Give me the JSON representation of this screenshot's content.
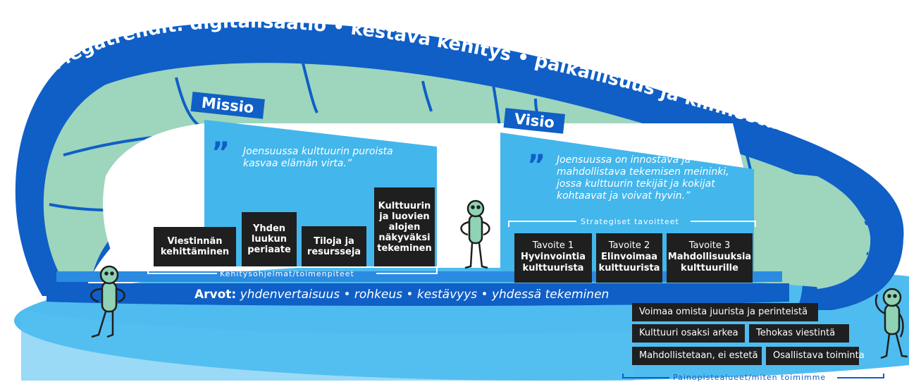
{
  "megatrends": "Megatrendit: digitalisaatio • kestävä kehitys • paikallisuus ja kiinnostus omiin juuriin",
  "mission": {
    "label": "Missio",
    "quote": "Joensuussa kulttuurin puroista kasvaa elämän virta.”"
  },
  "vision": {
    "label": "Visio",
    "quote": "Joensuussa on innostava ja mahdollistava tekemisen meininki, jossa kulttuurin tekijät ja kokijat kohtaavat ja voivat hyvin.”"
  },
  "development_programs": {
    "label": "Kehitysohjelmat/toimenpiteet",
    "items": [
      "Viestinnän\nkehittäminen",
      "Yhden\nluukun\nperiaate",
      "Tiloja ja\nresursseja",
      "Kulttuurin\nja luovien\nalojen\nnäkyväksi\ntekeminen"
    ]
  },
  "strategic_goals": {
    "label": "Strategiset tavoitteet",
    "items": [
      {
        "num": "Tavoite 1",
        "name": "Hyvinvointia\nkulttuurista"
      },
      {
        "num": "Tavoite 2",
        "name": "Elinvoimaa\nkulttuurista"
      },
      {
        "num": "Tavoite 3",
        "name": "Mahdollisuuksia\nkulttuurille"
      }
    ]
  },
  "values": {
    "label": "Arvot:",
    "text": "yhdenvertaisuus • rohkeus • kestävyys • yhdessä tekeminen"
  },
  "focus_areas": {
    "label": "Painopistealueet/miten toimimme",
    "rows": [
      [
        "Voimaa omista juurista ja perinteistä"
      ],
      [
        "Kulttuuri osaksi arkea",
        "Tehokas viestintä"
      ],
      [
        "Mahdollistetaan, ei estetä",
        "Osallistava toiminta"
      ]
    ]
  },
  "colors": {
    "arch_blue": "#0f5fc7",
    "panel_blue": "#43b6ec",
    "floor_blue": "#4fbcef",
    "green": "#9ed5bd",
    "dark_box": "#1f1f1f",
    "figure_green": "#8fd3b4"
  }
}
